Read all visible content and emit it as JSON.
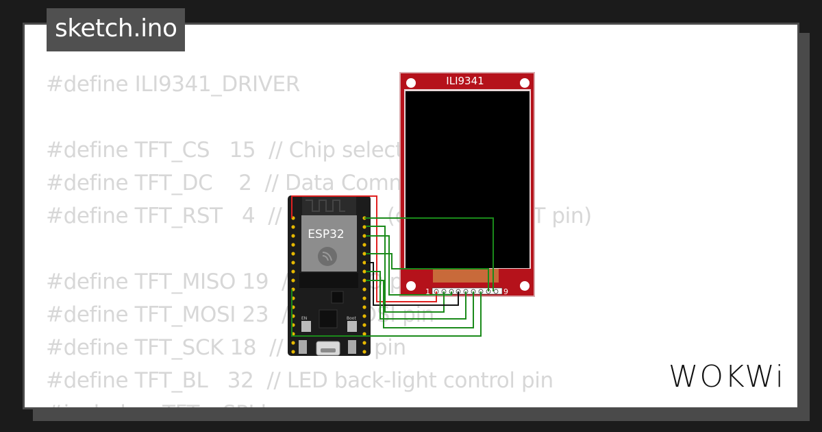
{
  "title": "sketch.ino",
  "code_lines": [
    "#define ILI9341_DRIVER",
    "",
    "#define TFT_CS   15  // Chip select c",
    "#define TFT_DC    2  // Data Comma         pin",
    "#define TFT_RST   4  // R             (c           to RST pin)",
    "",
    "#define TFT_MISO 19  //           O p",
    "#define TFT_MOSI 23  //          OSI pin",
    "#define TFT_SCK 18  //  S          pin",
    "#define TFT_BL   32  // LED back-light control pin",
    "#include <TFT_eSPI.h>"
  ],
  "display": {
    "label": "ILI9341",
    "pin_first": "1",
    "pin_last": "9"
  },
  "board": {
    "label": "ESP32",
    "silk_en": "EN",
    "silk_boot": "Boot"
  },
  "logo": "WOKWi",
  "colors": {
    "background": "#1b1b1b",
    "pcb_red": "#b5121b",
    "wire_green": "#1a8a1a",
    "wire_red": "#e02020",
    "code_text": "#d7d7d7"
  }
}
